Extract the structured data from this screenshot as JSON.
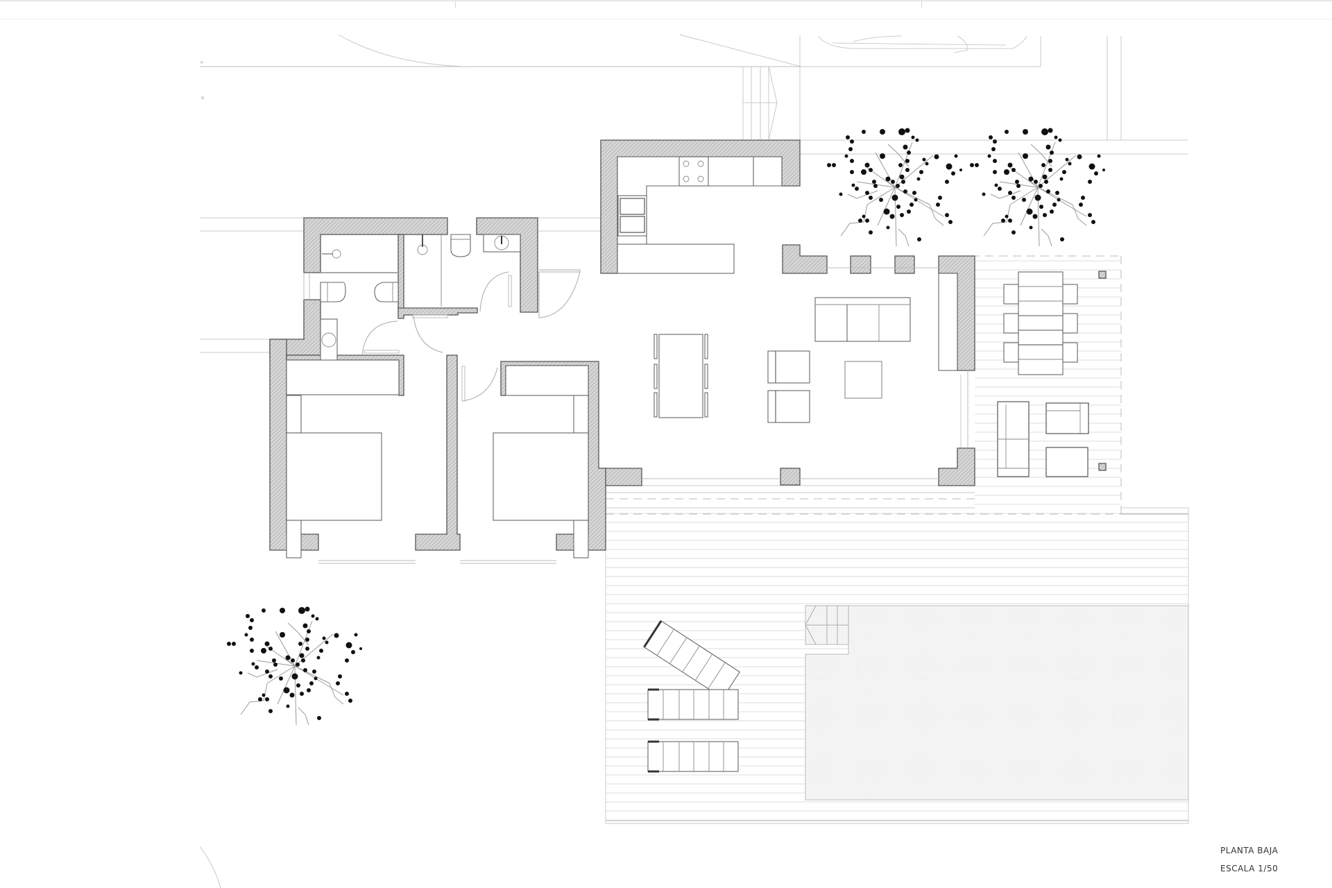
{
  "drawing": {
    "type": "architectural floor plan",
    "title": "PLANTA BAJA",
    "scale": "ESCALA 1/50"
  },
  "colors": {
    "background": "#ffffff",
    "wall_hatch": "#9a9a9a",
    "wall_outline": "#555555",
    "furniture_line": "#666666",
    "deck_line": "#e2e2e2",
    "pool_fill": "#f3f3f3",
    "tree_dots": "#111111"
  },
  "spaces": [
    {
      "id": "kitchen",
      "fixtures": [
        "cooktop-4-burner",
        "double-oven",
        "island-counter"
      ]
    },
    {
      "id": "living-dining",
      "fixtures": [
        "dining-table-6-chairs",
        "sofa-3-seat",
        "armchair",
        "armchair",
        "coffee-table",
        "sideboard"
      ]
    },
    {
      "id": "bathroom-1",
      "fixtures": [
        "shower",
        "toilet",
        "bidet",
        "washbasin"
      ]
    },
    {
      "id": "bathroom-2",
      "fixtures": [
        "shower",
        "toilet",
        "washbasin"
      ]
    },
    {
      "id": "bedroom-1",
      "fixtures": [
        "double-bed",
        "nightstand",
        "nightstand",
        "wardrobe"
      ]
    },
    {
      "id": "bedroom-2",
      "fixtures": [
        "double-bed",
        "nightstand",
        "nightstand",
        "wardrobe"
      ]
    },
    {
      "id": "covered-terrace",
      "fixtures": [
        "outdoor-dining-table-6-chairs",
        "outdoor-sofa",
        "outdoor-armchair",
        "outdoor-table"
      ]
    },
    {
      "id": "pool-deck",
      "fixtures": [
        "sun-lounger",
        "sun-lounger",
        "sun-lounger",
        "pool",
        "pool-steps"
      ]
    },
    {
      "id": "garden",
      "fixtures": [
        "tree",
        "tree",
        "tree"
      ]
    },
    {
      "id": "parking",
      "fixtures": [
        "car"
      ]
    }
  ]
}
